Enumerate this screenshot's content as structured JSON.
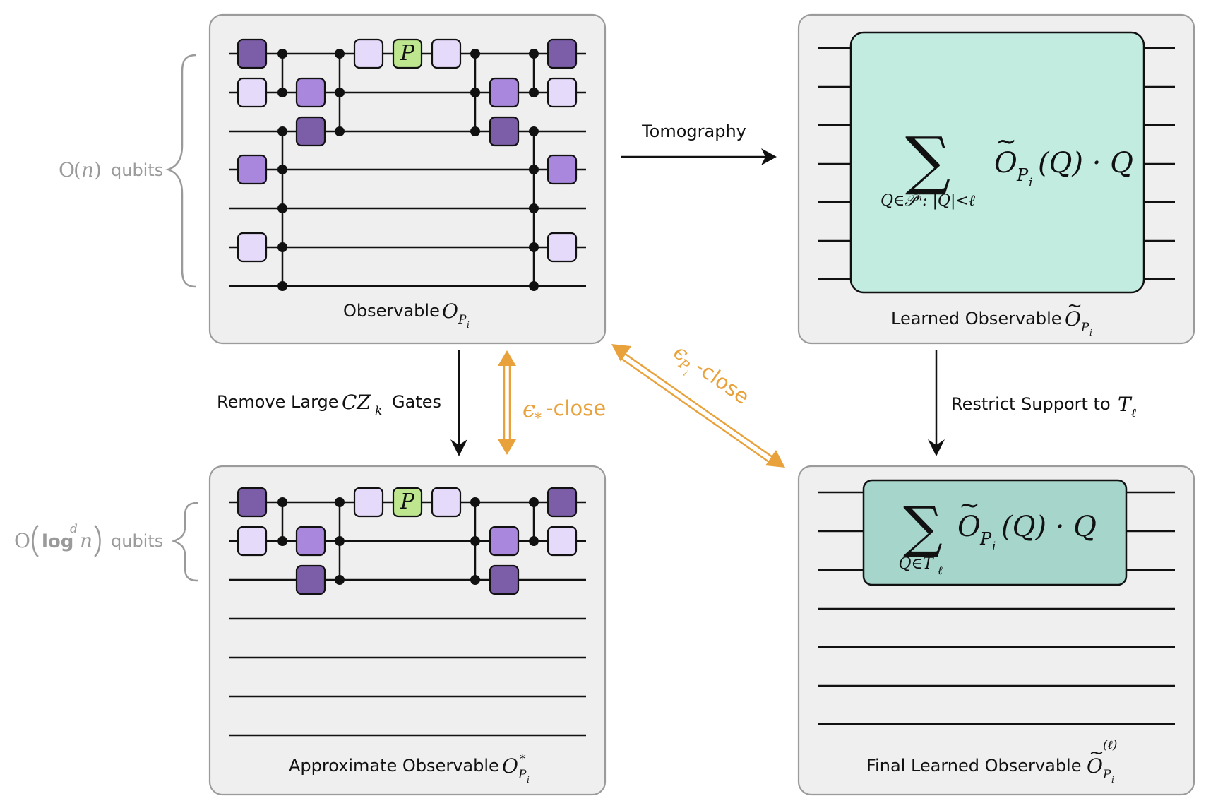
{
  "colors": {
    "panel_fill": "#efefef",
    "panel_stroke": "#9b9b9b",
    "gate_dark": "#7b5ea7",
    "gate_mid": "#a887dc",
    "gate_light": "#e6dafa",
    "gate_p": "#bde68f",
    "learned_box": "#c2ece0",
    "final_box": "#a5d5cb",
    "arrow_orange": "#e9a23b",
    "brace_grey": "#9a9a9a"
  },
  "panels": {
    "observable": {
      "caption": "Observable",
      "symbol": "O",
      "sub": "P",
      "subsub": "i",
      "p_gate_label": "P"
    },
    "approx": {
      "caption": "Approximate Observable",
      "symbol": "O",
      "sup": "*",
      "sub": "P",
      "subsub": "i",
      "p_gate_label": "P"
    },
    "learned": {
      "caption": "Learned Observable",
      "symbol": "O",
      "tilde": "~",
      "sub": "P",
      "subsub": "i",
      "formula": {
        "sum": "∑",
        "body_symbol": "O",
        "tilde": "~",
        "body_sub": "P",
        "body_subsub": "i",
        "body_rest": "(Q) · Q",
        "index": "Q∈𝒫ⁿ: |Q|<ℓ"
      }
    },
    "final": {
      "caption": "Final Learned Observable",
      "symbol": "O",
      "tilde": "~",
      "sup": "(ℓ)",
      "sub": "P",
      "subsub": "i",
      "formula": {
        "sum": "∑",
        "body_symbol": "O",
        "tilde": "~",
        "body_sub": "P",
        "body_subsub": "i",
        "body_rest": "(Q) · Q",
        "index_main": "Q∈T",
        "index_sub": "ℓ"
      }
    }
  },
  "arrows": {
    "tomography": "Tomography",
    "remove": {
      "text": "Remove Large",
      "math": "CZ",
      "sub": "k",
      "text2": "Gates"
    },
    "restrict": {
      "text": "Restrict Support to",
      "math": "T",
      "sub": "ℓ"
    },
    "eps_star": {
      "math": "ϵ",
      "sub": "*",
      "text": "-close"
    },
    "eps_p": {
      "math": "ϵ",
      "sub": "P",
      "subsub": "i",
      "text": "-close"
    }
  },
  "braces": {
    "top": {
      "o": "O",
      "open": "(",
      "arg": "n",
      "close": ")",
      "unit": "qubits"
    },
    "bottom": {
      "o": "O",
      "log": "log",
      "power": "d",
      "arg": "n",
      "unit": "qubits"
    }
  }
}
